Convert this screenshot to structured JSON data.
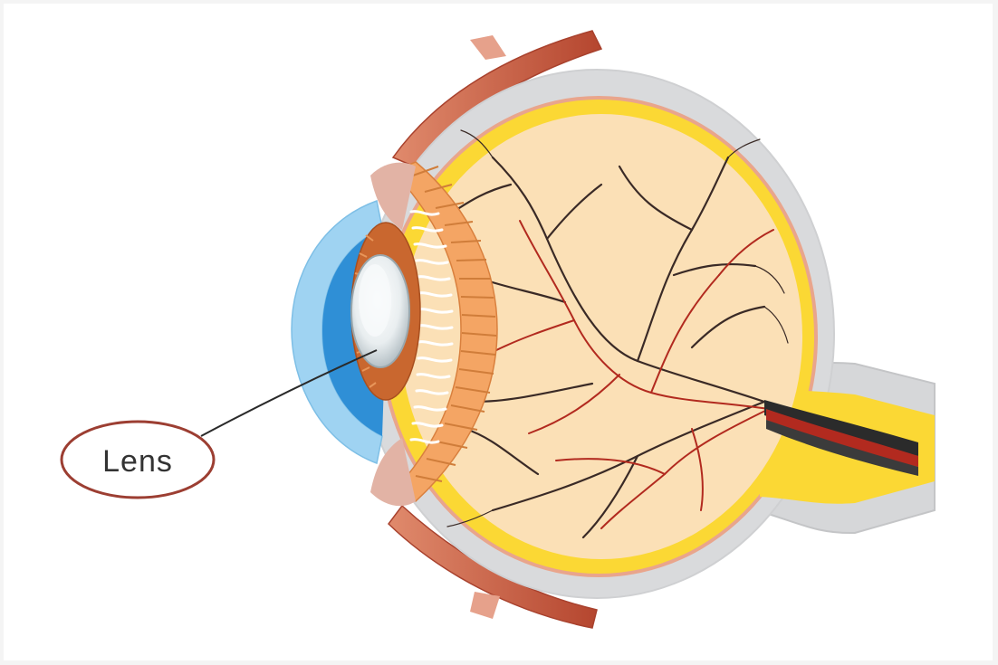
{
  "diagram": {
    "subject": "eye-cross-section",
    "labels": [
      {
        "id": "lens",
        "text": "Lens"
      }
    ]
  },
  "colors": {
    "sclera": "#d9dadc",
    "retina": "#fbd834",
    "vitreous": "#fbe0b6",
    "cornea": "#9fd3f2",
    "iris": "#2f8fd6",
    "lens": "#e9eef0",
    "ciliary": "#f4a564",
    "muscle": "#c8573f",
    "vessel_red": "#b22a1f",
    "vessel_dark": "#2a2a2a",
    "label_outline": "#9c3e32"
  }
}
